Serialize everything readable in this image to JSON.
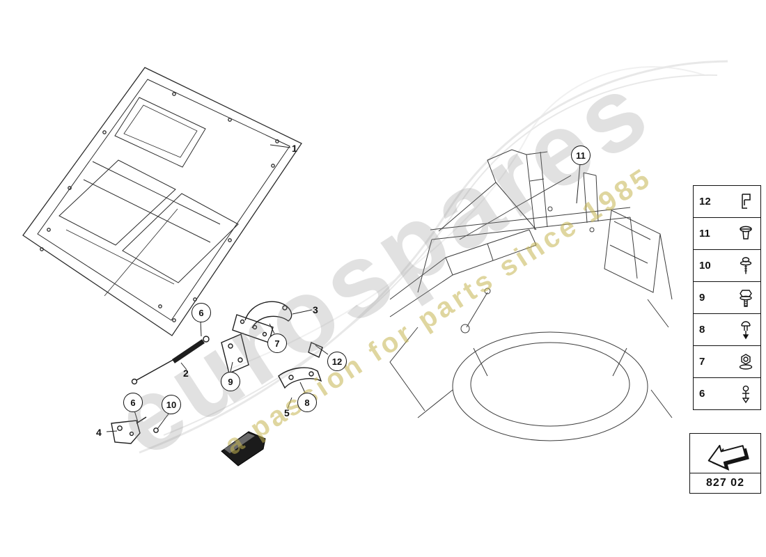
{
  "watermark": {
    "brand": "eurospares",
    "tagline": "a passion for parts since 1985"
  },
  "callouts": [
    {
      "label": "1"
    },
    {
      "label": "2"
    },
    {
      "label": "3"
    },
    {
      "label": "4"
    },
    {
      "label": "5"
    },
    {
      "label": "6"
    },
    {
      "label": "6"
    },
    {
      "label": "7"
    },
    {
      "label": "8"
    },
    {
      "label": "9"
    },
    {
      "label": "10"
    },
    {
      "label": "11"
    },
    {
      "label": "12"
    }
  ],
  "legend": {
    "items": [
      {
        "number": "12",
        "icon": "spring-clip-icon"
      },
      {
        "number": "11",
        "icon": "push-plug-icon"
      },
      {
        "number": "10",
        "icon": "screw-washer-icon"
      },
      {
        "number": "9",
        "icon": "flange-bolt-icon"
      },
      {
        "number": "8",
        "icon": "expanding-rivet-icon"
      },
      {
        "number": "7",
        "icon": "flange-nut-icon"
      },
      {
        "number": "6",
        "icon": "clip-nut-icon"
      }
    ]
  },
  "part_box": {
    "code": "827 02"
  }
}
